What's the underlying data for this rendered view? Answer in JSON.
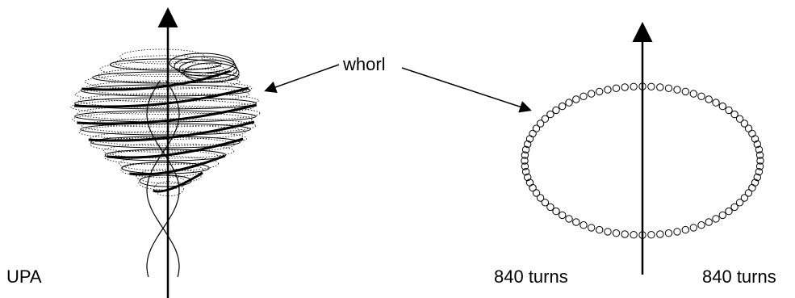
{
  "labels": {
    "upa": "UPA",
    "whorl": "whorl",
    "turns_left": "840 turns",
    "turns_right": "840 turns"
  },
  "colors": {
    "ink": "#000000",
    "background": "#ffffff"
  }
}
